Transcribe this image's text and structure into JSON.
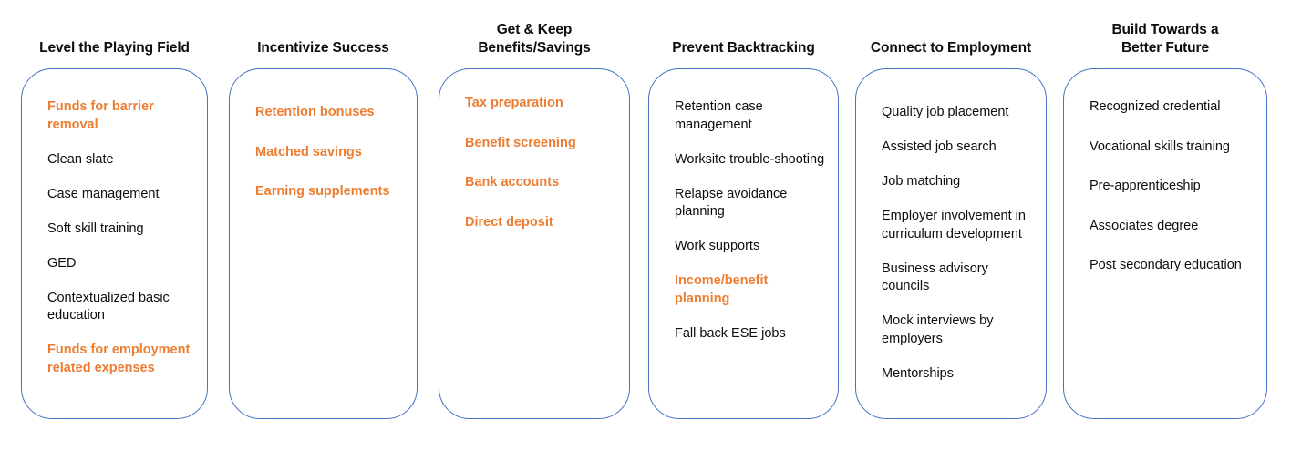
{
  "theme": {
    "border_color": "#4472C4",
    "highlight_color": "#ED7D31",
    "text_color": "#0D0D0D",
    "background": "#FFFFFF"
  },
  "columns": [
    {
      "id": "level-the-playing-field",
      "title_lines": [
        "Level the Playing Field"
      ],
      "items": [
        {
          "text": "Funds for barrier removal",
          "highlight": true
        },
        {
          "text": "Clean slate",
          "highlight": false
        },
        {
          "text": "Case management",
          "highlight": false
        },
        {
          "text": "Soft skill training",
          "highlight": false
        },
        {
          "text": "GED",
          "highlight": false
        },
        {
          "text": "Contextualized basic education",
          "highlight": false
        },
        {
          "text": "Funds for employment related expenses",
          "highlight": true
        }
      ]
    },
    {
      "id": "incentivize-success",
      "title_lines": [
        "Incentivize Success"
      ],
      "items": [
        {
          "text": "Retention bonuses",
          "highlight": true
        },
        {
          "text": "Matched savings",
          "highlight": true
        },
        {
          "text": "Earning supplements",
          "highlight": true
        }
      ]
    },
    {
      "id": "get-and-keep-benefits-savings",
      "title_lines": [
        "Get & Keep",
        "Benefits/Savings"
      ],
      "items": [
        {
          "text": "Tax preparation",
          "highlight": true
        },
        {
          "text": "Benefit screening",
          "highlight": true
        },
        {
          "text": "Bank accounts",
          "highlight": true
        },
        {
          "text": "Direct deposit",
          "highlight": true
        }
      ]
    },
    {
      "id": "prevent-backtracking",
      "title_lines": [
        "Prevent Backtracking"
      ],
      "items": [
        {
          "text": "Retention case management",
          "highlight": false
        },
        {
          "text": "Worksite trouble-shooting",
          "highlight": false
        },
        {
          "text": "Relapse avoidance planning",
          "highlight": false
        },
        {
          "text": "Work supports",
          "highlight": false
        },
        {
          "text": "Income/benefit planning",
          "highlight": true
        },
        {
          "text": "Fall back ESE jobs",
          "highlight": false
        }
      ]
    },
    {
      "id": "connect-to-employment",
      "title_lines": [
        "Connect to Employment"
      ],
      "items": [
        {
          "text": "Quality job placement",
          "highlight": false
        },
        {
          "text": "Assisted job search",
          "highlight": false
        },
        {
          "text": "Job matching",
          "highlight": false
        },
        {
          "text": "Employer involvement in curriculum development",
          "highlight": false
        },
        {
          "text": "Business advisory councils",
          "highlight": false
        },
        {
          "text": "Mock interviews by employers",
          "highlight": false
        },
        {
          "text": "Mentorships",
          "highlight": false
        }
      ]
    },
    {
      "id": "build-towards-a-better-future",
      "title_lines": [
        "Build Towards a",
        "Better Future"
      ],
      "items": [
        {
          "text": "Recognized credential",
          "highlight": false
        },
        {
          "text": "Vocational skills training",
          "highlight": false
        },
        {
          "text": "Pre-apprenticeship",
          "highlight": false
        },
        {
          "text": "Associates degree",
          "highlight": false
        },
        {
          "text": "Post secondary education",
          "highlight": false
        }
      ]
    }
  ]
}
